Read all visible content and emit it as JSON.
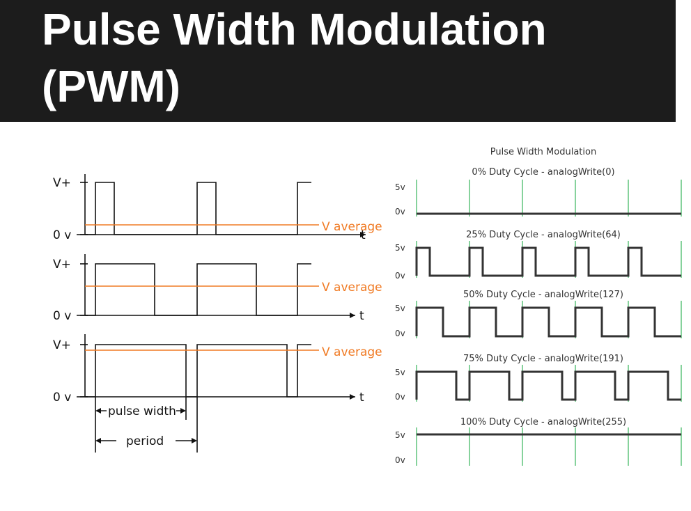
{
  "title": {
    "line1": "Pulse Width Modulation",
    "line2": "(PWM)"
  },
  "left_diagram": {
    "v_plus_label": "V+",
    "zero_v_label": "0 v",
    "time_label": "t",
    "average_label": "V average",
    "pulse_width_label": "pulse width",
    "period_label": "period",
    "colors": {
      "waveform": "#111111",
      "average": "#f07a23"
    }
  },
  "right_diagram": {
    "title": "Pulse Width Modulation",
    "high_label": "5v",
    "low_label": "0v",
    "colors": {
      "waveform": "#333333",
      "gridline": "#35b35a",
      "text": "#333333"
    },
    "cycles": [
      {
        "label": "0% Duty Cycle - analogWrite(0)",
        "duty": 0
      },
      {
        "label": "25% Duty Cycle - analogWrite(64)",
        "duty": 0.25
      },
      {
        "label": "50% Duty Cycle - analogWrite(127)",
        "duty": 0.5
      },
      {
        "label": "75% Duty Cycle - analogWrite(191)",
        "duty": 0.75
      },
      {
        "label": "100% Duty Cycle - analogWrite(255)",
        "duty": 1
      }
    ]
  }
}
